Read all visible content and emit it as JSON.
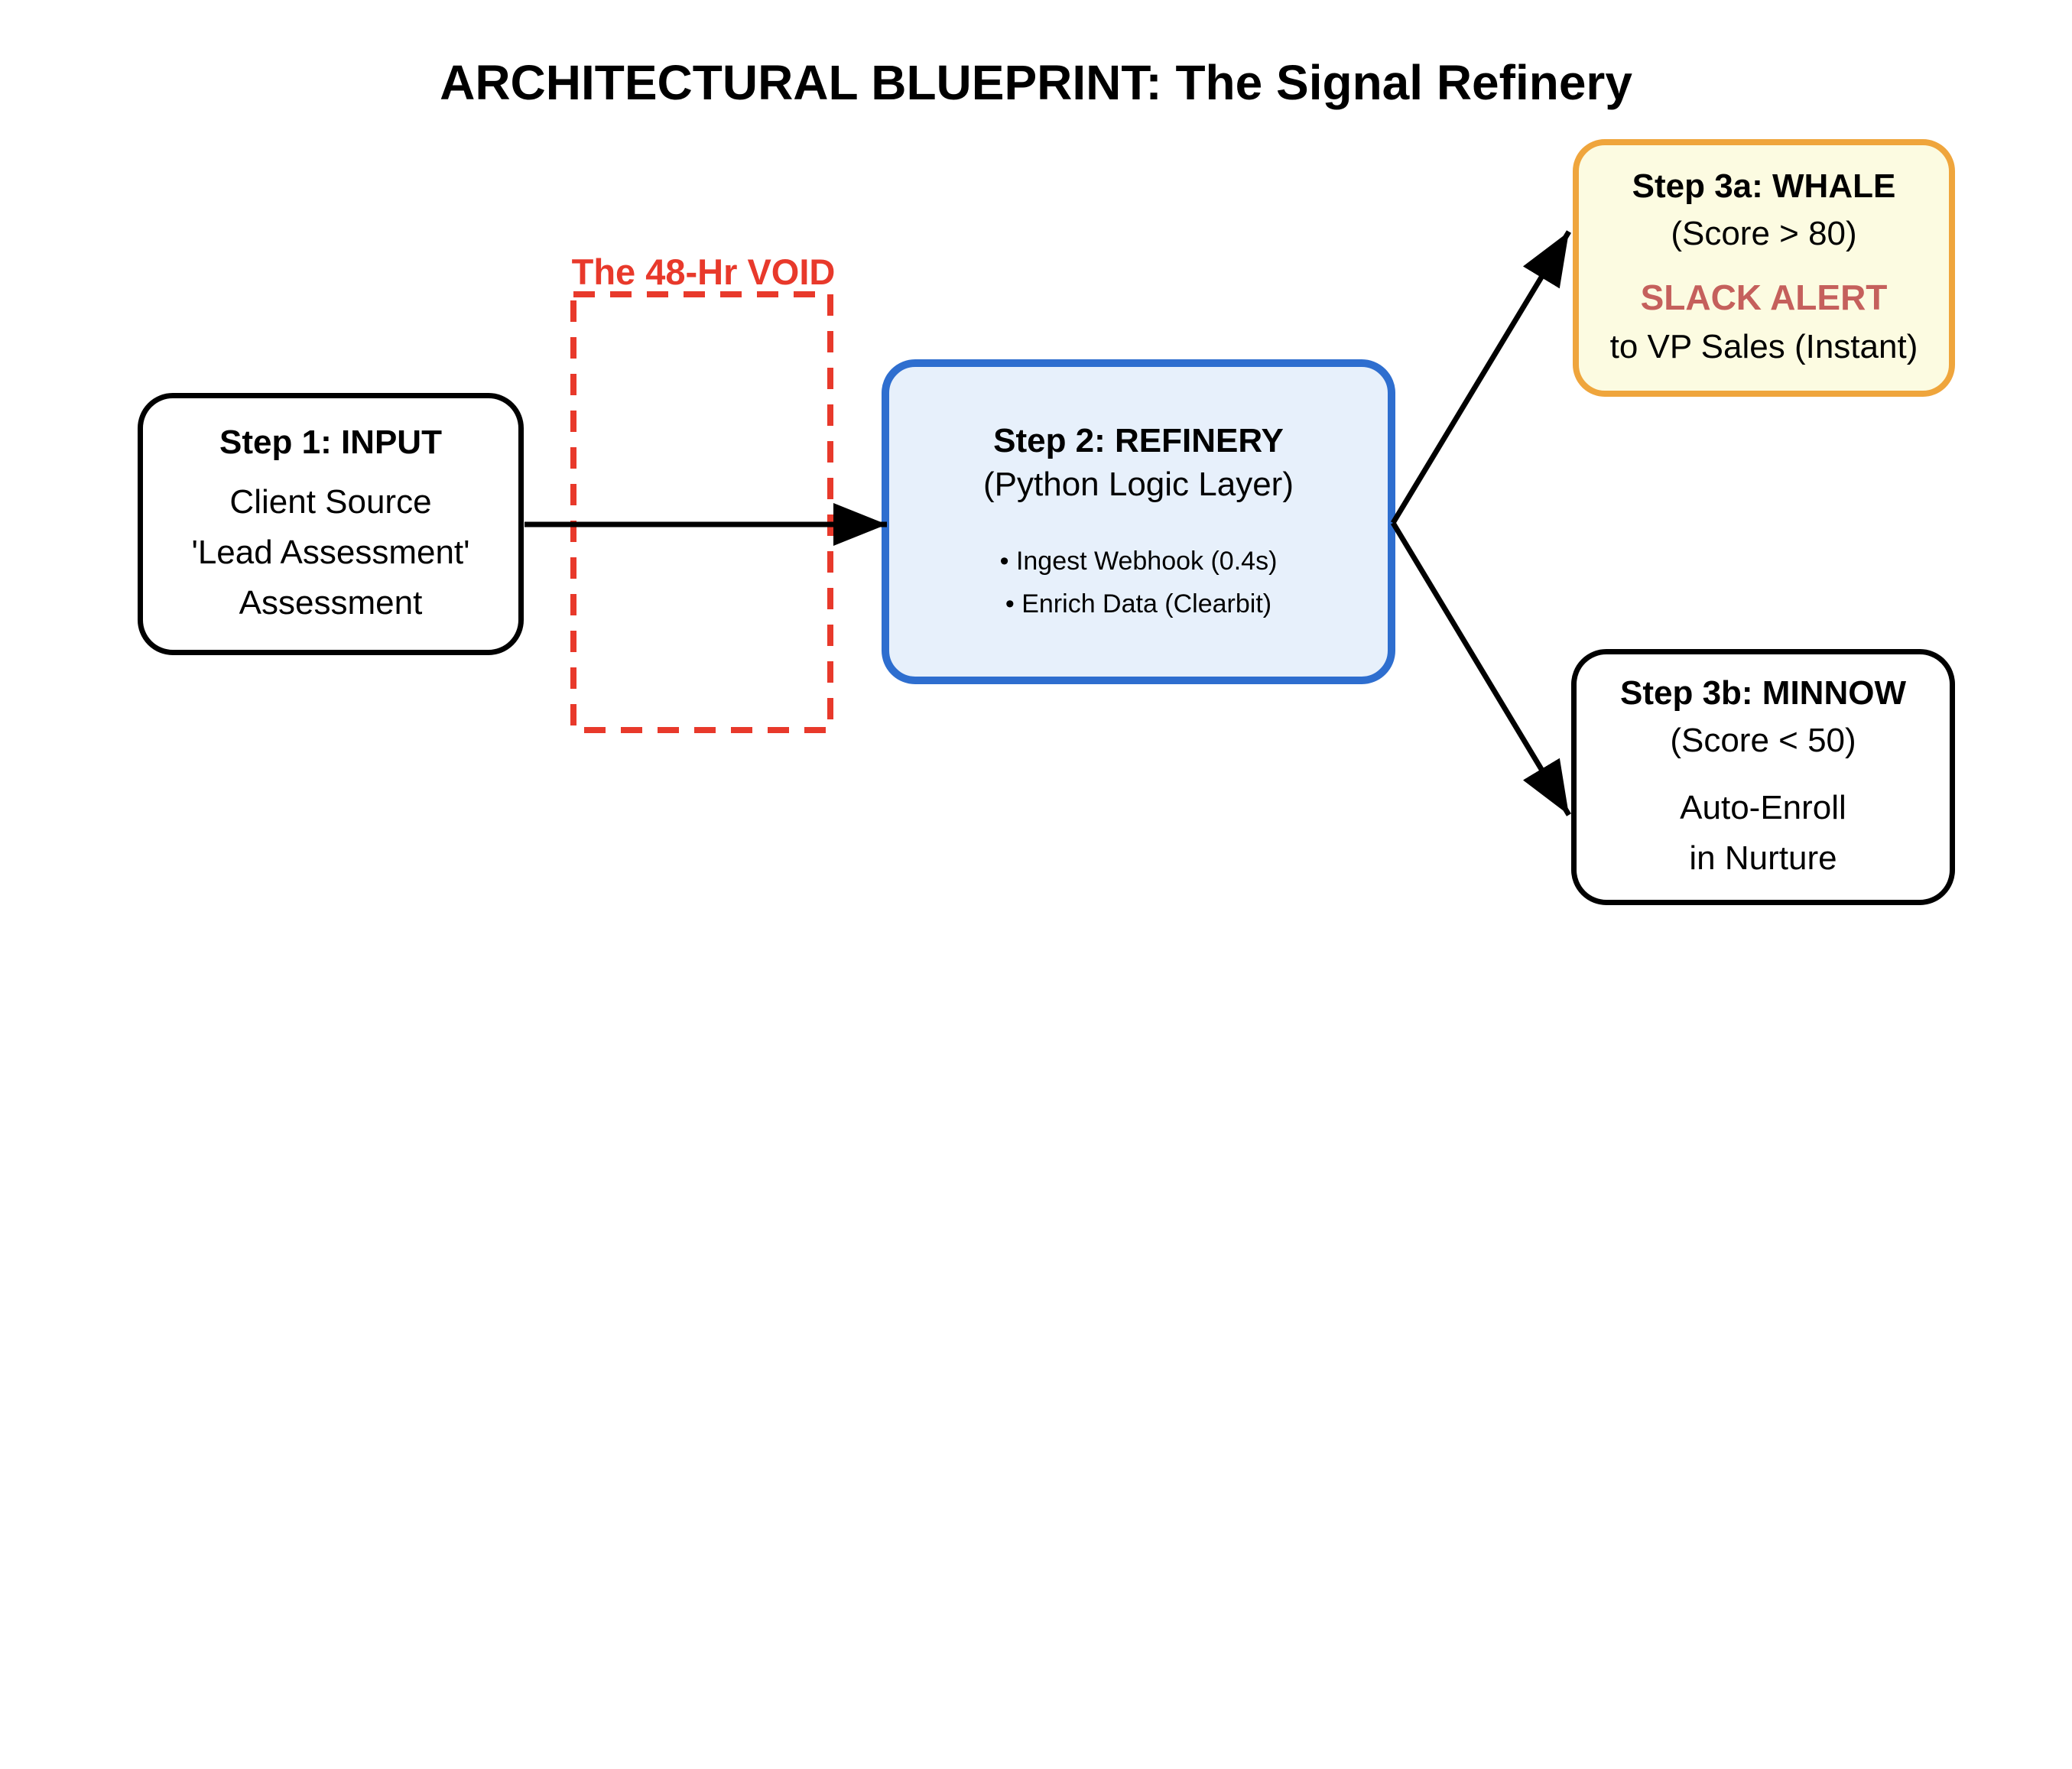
{
  "header": {
    "title": "ARCHITECTURAL BLUEPRINT: The Signal Refinery"
  },
  "void_zone": {
    "label": "The 48-Hr VOID",
    "color": "#E8392B"
  },
  "nodes": {
    "step1": {
      "heading": "Step 1: INPUT",
      "lines": [
        "Client Source",
        "'Lead Assessment'",
        "Assessment"
      ]
    },
    "step2": {
      "heading": "Step 2: REFINERY",
      "subheading": "(Python Logic Layer)",
      "bullets": [
        "• Ingest Webhook (0.4s)",
        "• Enrich Data (Clearbit)"
      ],
      "border_color": "#2E6ECF",
      "fill_color": "#E7F0FB"
    },
    "step3a": {
      "heading": "Step 3a: WHALE",
      "subheading": "(Score > 80)",
      "alert": "SLACK ALERT",
      "detail": "to VP Sales (Instant)",
      "border_color": "#EFA53C",
      "fill_color": "#FCFBE1",
      "alert_color": "#C5605C"
    },
    "step3b": {
      "heading": "Step 3b: MINNOW",
      "subheading": "(Score < 50)",
      "lines": [
        "Auto-Enroll",
        "in Nurture"
      ]
    }
  }
}
